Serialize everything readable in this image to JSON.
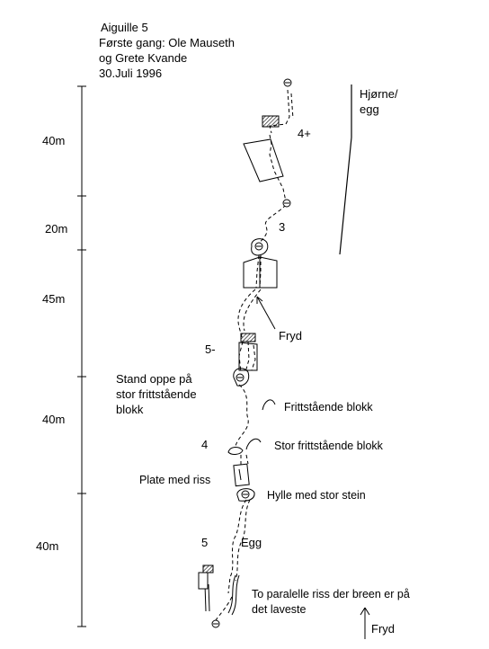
{
  "header": {
    "title": "Aiguille 5",
    "line2": "Første gang: Ole Mauseth",
    "line3": "og Grete Kvande",
    "date": "30.Juli 1996"
  },
  "pitch_lengths": [
    "40m",
    "20m",
    "45m",
    "40m",
    "40m"
  ],
  "grades": [
    "4+",
    "3",
    "5-",
    "4",
    "5"
  ],
  "labels": {
    "corner": [
      "Hjørne/",
      "egg"
    ],
    "fryd_mid": "Fryd",
    "stand": [
      "Stand oppe på",
      "stor frittstående",
      "blokk"
    ],
    "block": "Frittstående blokk",
    "big_block": "Stor frittstående blokk",
    "plate": "Plate med riss",
    "ledge": "Hylle med stor stein",
    "edge": "Egg",
    "cracks": [
      "To paralelle riss der breen er på",
      "det laveste"
    ],
    "fryd_bottom": "Fryd"
  }
}
